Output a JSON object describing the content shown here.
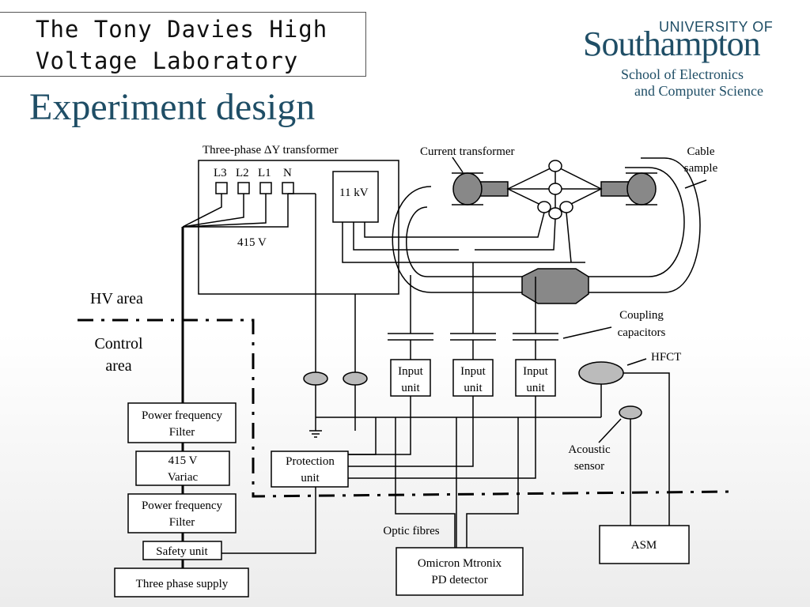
{
  "header": {
    "lab_line1": "The Tony Davies High",
    "lab_line2": "Voltage Laboratory",
    "university_small": "UNIVERSITY OF",
    "university_big": "Southampton",
    "school_line1": "School of Electronics",
    "school_line2": "and Computer Science",
    "title": "Experiment design"
  },
  "diagram": {
    "transformer_label": "Three-phase ΔY transformer",
    "terminals": [
      "L3",
      "L2",
      "L1",
      "N"
    ],
    "voltage_11kv": "11 kV",
    "voltage_415v": "415 V",
    "current_transformer": "Current transformer",
    "cable_sample_line1": "Cable",
    "cable_sample_line2": "sample",
    "hv_area": "HV area",
    "control_area_line1": "Control",
    "control_area_line2": "area",
    "coupling_line1": "Coupling",
    "coupling_line2": "capacitors",
    "hfct": "HFCT",
    "input_unit_line1": "Input",
    "input_unit_line2": "unit",
    "acoustic_line1": "Acoustic",
    "acoustic_line2": "sensor",
    "pf_filter_line1": "Power frequency",
    "pf_filter_line2": "Filter",
    "variac_line1": "415 V",
    "variac_line2": "Variac",
    "safety_unit": "Safety unit",
    "three_phase_supply": "Three phase supply",
    "protection_line1": "Protection",
    "protection_line2": "unit",
    "optic_fibres": "Optic fibres",
    "omicron_line1": "Omicron Mtronix",
    "omicron_line2": "PD detector",
    "asm": "ASM"
  }
}
